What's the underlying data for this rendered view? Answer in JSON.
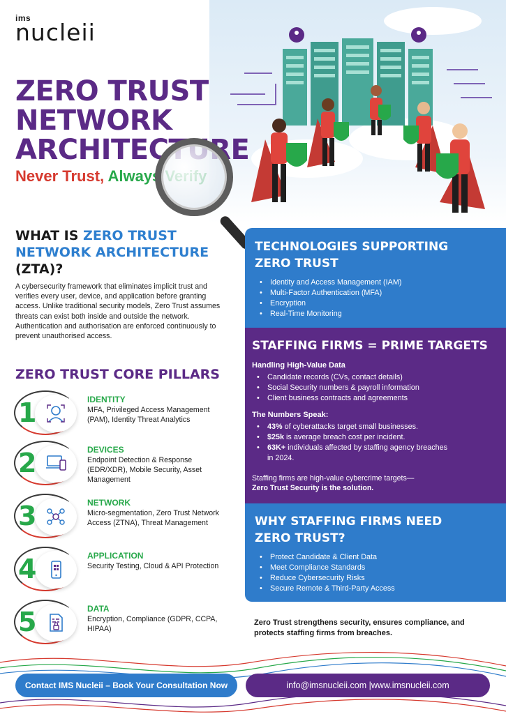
{
  "logo": {
    "small": "ims",
    "big": "nucleii"
  },
  "title": [
    "ZERO TRUST",
    "NETWORK",
    "ARCHITECTURE"
  ],
  "tagline": {
    "part1": "Never Trust,",
    "part2": "Always Verify"
  },
  "what": {
    "title_pre": "WHAT IS ",
    "title_hl1": "ZERO TRUST",
    "title_hl2": "NETWORK ARCHITECTURE",
    "title_post": "(ZTA)?",
    "body": "A cybersecurity framework that eliminates implicit trust and verifies every user, device, and application before granting access. Unlike traditional security models, Zero Trust assumes threats can exist both inside and outside the network. Authentication and authorisation are enforced continuously to prevent unauthorised access."
  },
  "pillars": {
    "title": "ZERO TRUST CORE PILLARS",
    "items": [
      {
        "num": "1",
        "title": "IDENTITY",
        "desc": "MFA, Privileged Access Management (PAM), Identity Threat Analytics",
        "icon": "user-identity-icon"
      },
      {
        "num": "2",
        "title": "DEVICES",
        "desc": "Endpoint Detection & Response (EDR/XDR), Mobile Security, Asset Management",
        "icon": "devices-icon"
      },
      {
        "num": "3",
        "title": "NETWORK",
        "desc": "Micro-segmentation, Zero Trust Network Access (ZTNA), Threat Management",
        "icon": "network-icon"
      },
      {
        "num": "4",
        "title": "APPLICATION",
        "desc": "Security Testing, Cloud & API Protection",
        "icon": "mobile-app-icon"
      },
      {
        "num": "5",
        "title": "DATA",
        "desc": "Encryption, Compliance (GDPR, CCPA, HIPAA)",
        "icon": "data-file-icon"
      }
    ]
  },
  "tech": {
    "title": "TECHNOLOGIES SUPPORTING ZERO TRUST",
    "items": [
      "Identity and Access Management (IAM)",
      "Multi-Factor Authentication (MFA)",
      "Encryption",
      "Real-Time Monitoring"
    ]
  },
  "staffing": {
    "title": "STAFFING FIRMS = PRIME TARGETS",
    "sub1": "Handling High-Value Data",
    "items1": [
      "Candidate records (CVs, contact details)",
      "Social Security numbers & payroll information",
      "Client business contracts and agreements"
    ],
    "sub2": "The Numbers Speak:",
    "items2": [
      {
        "bold": "43%",
        "text": " of cyberattacks target small businesses."
      },
      {
        "bold": "$25k",
        "text": " is average breach cost per incident."
      },
      {
        "bold": "63K+",
        "text": " individuals affected by staffing agency breaches in 2024."
      }
    ],
    "note1": "Staffing firms are high-value cybercrime targets—",
    "note2": "Zero Trust Security is the solution."
  },
  "why": {
    "title": "WHY STAFFING FIRMS NEED ZERO TRUST?",
    "items": [
      "Protect Candidate & Client Data",
      "Meet Compliance Standards",
      "Reduce Cybersecurity Risks",
      "Secure Remote & Third-Party Access"
    ]
  },
  "closing": "Zero Trust strengthens security, ensures compliance, and protects staffing firms from breaches.",
  "footer": {
    "contact": "Contact IMS Nucleii – Book Your Consultation Now",
    "info": "info@imsnucleii.com |www.imsnucleii.com"
  },
  "colors": {
    "purple": "#5b2a86",
    "blue": "#2f7ccb",
    "green": "#27a84a",
    "red": "#d63a2f"
  }
}
